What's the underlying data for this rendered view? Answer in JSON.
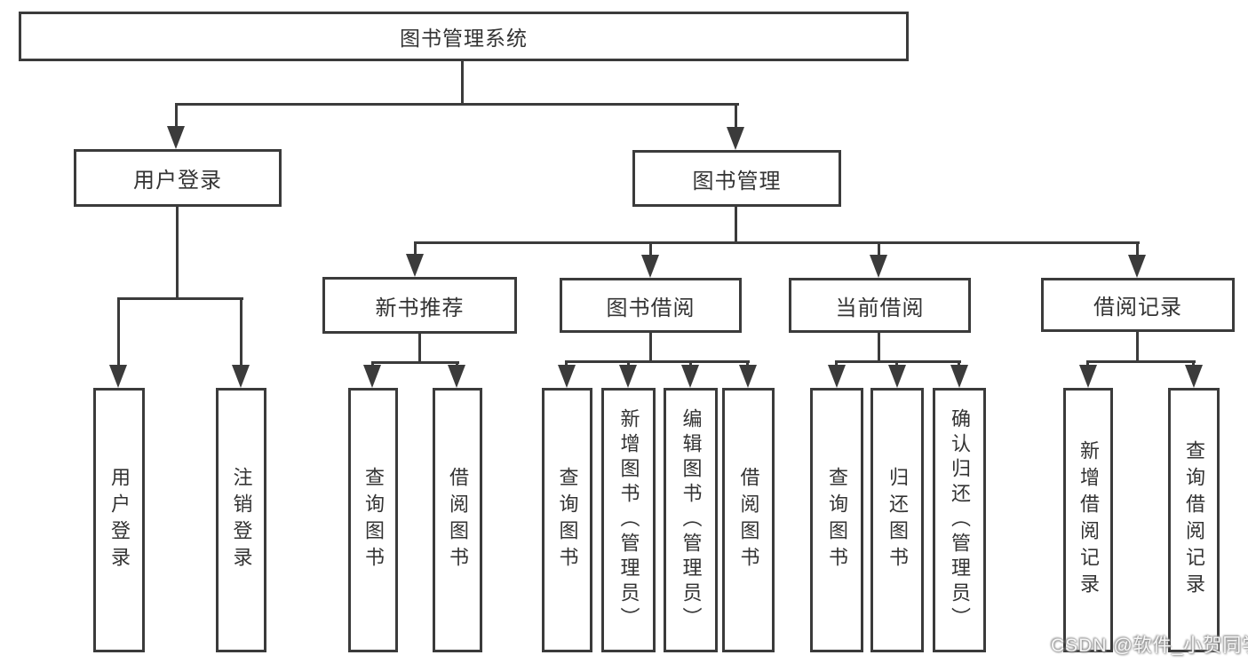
{
  "diagram": {
    "title": "图书管理系统",
    "level2": [
      "用户登录",
      "图书管理"
    ],
    "level3": [
      "新书推荐",
      "图书借阅",
      "当前借阅",
      "借阅记录"
    ],
    "leaves": [
      "用户登录",
      "注销登录",
      "查询图书",
      "借阅图书",
      "查询图书",
      "新增图书（管理员）",
      "编辑图书（管理员）",
      "借阅图书",
      "查询图书",
      "归还图书",
      "确认归还（管理员）",
      "新增借阅记录",
      "查询借阅记录"
    ],
    "colors": {
      "line": "#3b3b3b",
      "text": "#333333",
      "background": "#ffffff"
    }
  },
  "watermark": "CSDN @软件_小贺同学"
}
